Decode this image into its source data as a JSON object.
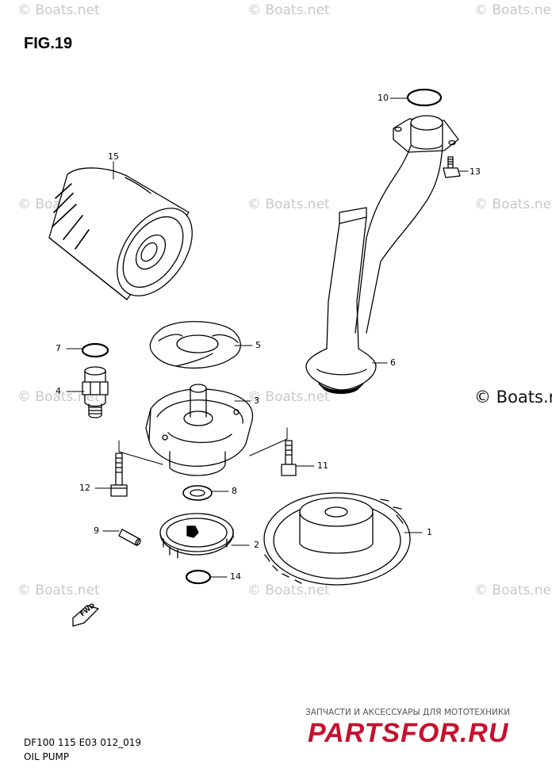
{
  "figure": {
    "title": "FIG.19"
  },
  "watermarks": {
    "tile": "© Boats.net",
    "side": "© Boats.n"
  },
  "callouts": [
    {
      "id": "c1",
      "label": "1"
    },
    {
      "id": "c2",
      "label": "2"
    },
    {
      "id": "c3",
      "label": "3"
    },
    {
      "id": "c4",
      "label": "4"
    },
    {
      "id": "c5",
      "label": "5"
    },
    {
      "id": "c6",
      "label": "6"
    },
    {
      "id": "c7",
      "label": "7"
    },
    {
      "id": "c8",
      "label": "8"
    },
    {
      "id": "c9",
      "label": "9"
    },
    {
      "id": "c10",
      "label": "10"
    },
    {
      "id": "c11",
      "label": "11"
    },
    {
      "id": "c12",
      "label": "12"
    },
    {
      "id": "c13",
      "label": "13"
    },
    {
      "id": "c14",
      "label": "14"
    },
    {
      "id": "c15",
      "label": "15"
    }
  ],
  "fwd_label": "FWD",
  "footer": {
    "model_code": "DF100 115 E03 012_019",
    "section_name": "OIL PUMP"
  },
  "shop": {
    "tagline": "ЗАПЧАСТИ И АКСЕССУАРЫ ДЛЯ МОТОТЕХНИКИ",
    "logo": "PARTSFOR.RU",
    "logo_color": "#c8102e"
  }
}
